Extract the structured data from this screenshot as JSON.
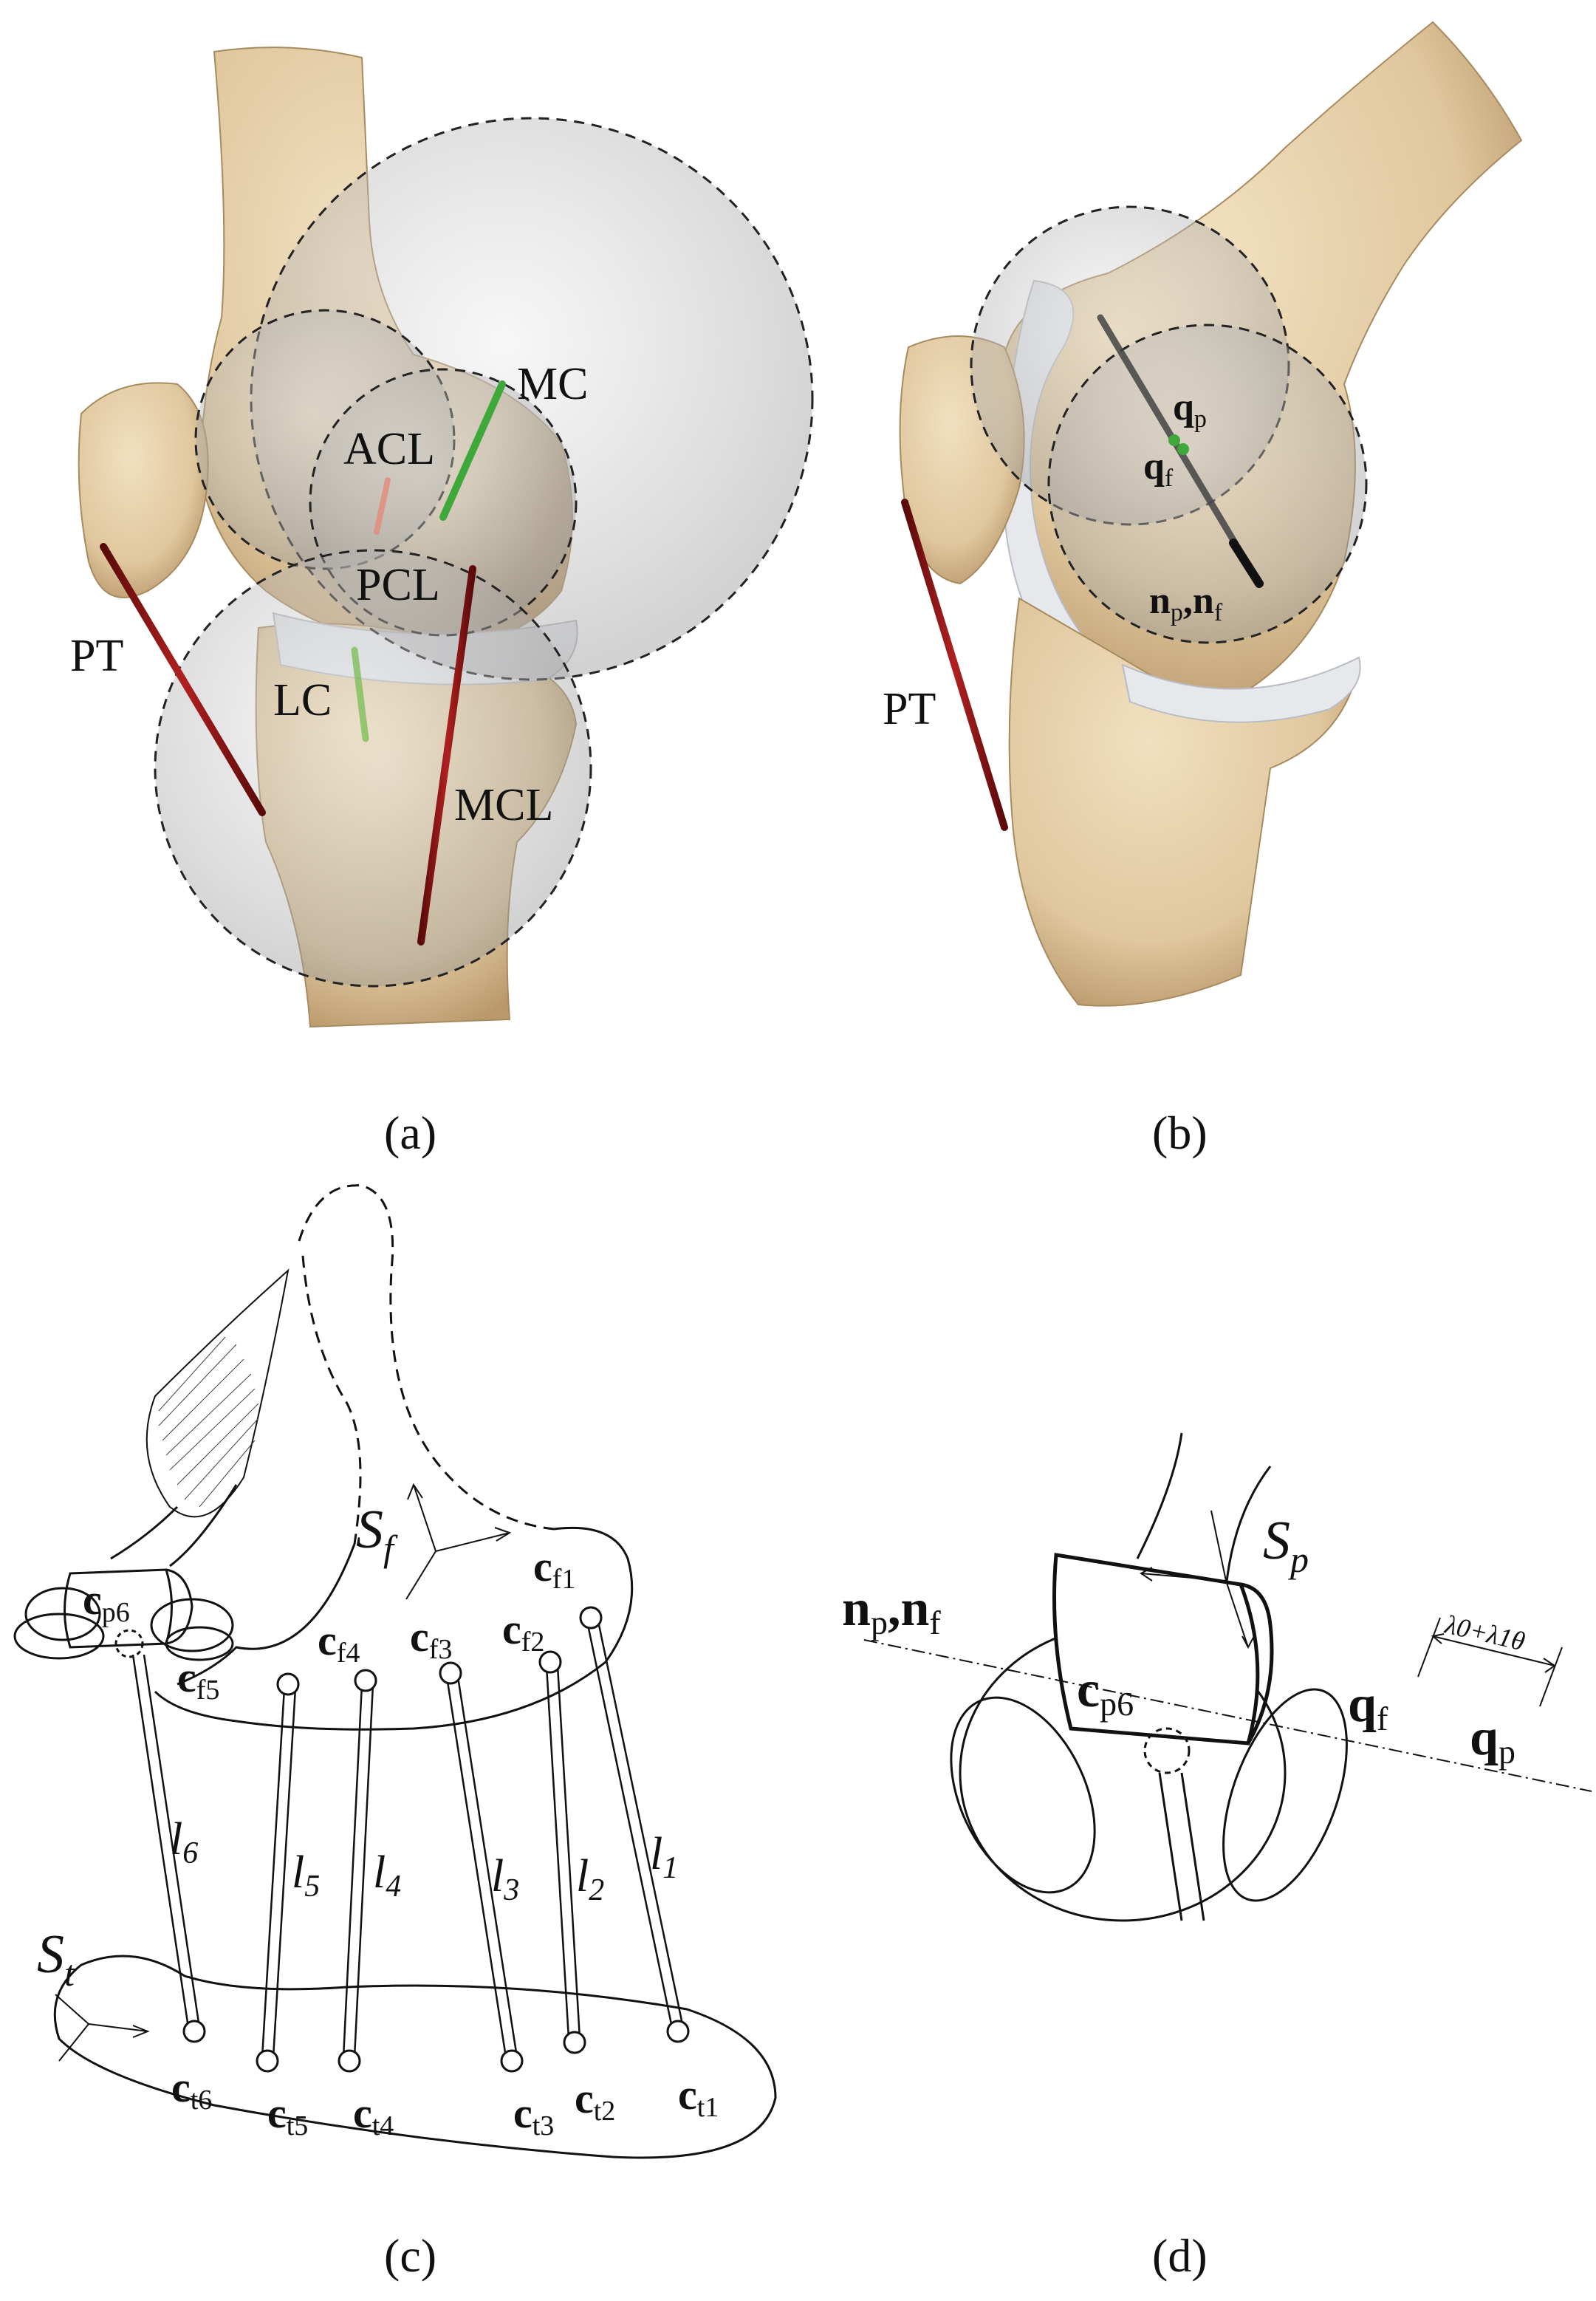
{
  "panels": {
    "a": {
      "caption": "(a)",
      "labels": {
        "pt": "PT",
        "acl": "ACL",
        "pcl": "PCL",
        "mc": "MC",
        "lc": "LC",
        "mcl": "MCL"
      }
    },
    "b": {
      "caption": "(b)",
      "labels": {
        "pt": "PT",
        "qp": "q",
        "qp_sub": "p",
        "qf": "q",
        "qf_sub": "f",
        "n_p": "n",
        "n_p_sub": "p",
        "sep": ",",
        "n_f": "n",
        "n_f_sub": "f"
      }
    },
    "c": {
      "caption": "(c)",
      "frames": {
        "sf": "S",
        "sf_sub": "f",
        "st": "S",
        "st_sub": "t"
      },
      "femur_points": [
        {
          "base": "c",
          "sub": "f1"
        },
        {
          "base": "c",
          "sub": "f2"
        },
        {
          "base": "c",
          "sub": "f3"
        },
        {
          "base": "c",
          "sub": "f4"
        },
        {
          "base": "c",
          "sub": "f5"
        },
        {
          "base": "c",
          "sub": "p6"
        }
      ],
      "tibia_points": [
        {
          "base": "c",
          "sub": "t1"
        },
        {
          "base": "c",
          "sub": "t2"
        },
        {
          "base": "c",
          "sub": "t3"
        },
        {
          "base": "c",
          "sub": "t4"
        },
        {
          "base": "c",
          "sub": "t5"
        },
        {
          "base": "c",
          "sub": "t6"
        }
      ],
      "lengths": [
        {
          "base": "l",
          "sub": "1"
        },
        {
          "base": "l",
          "sub": "2"
        },
        {
          "base": "l",
          "sub": "3"
        },
        {
          "base": "l",
          "sub": "4"
        },
        {
          "base": "l",
          "sub": "5"
        },
        {
          "base": "l",
          "sub": "6"
        }
      ]
    },
    "d": {
      "caption": "(d)",
      "labels": {
        "sp": "S",
        "sp_sub": "p",
        "n_p": "n",
        "n_p_sub": "p",
        "sep": ",",
        "n_f": "n",
        "n_f_sub": "f",
        "cp6": "c",
        "cp6_sub": "p6",
        "qf": "q",
        "qf_sub": "f",
        "qp": "q",
        "qp_sub": "p",
        "offset": "λ0+λ1θ"
      }
    }
  },
  "colors": {
    "bone": "#e3cca4",
    "bone_shadow": "#b9996c",
    "cartilage": "#e6e8ec",
    "ligament_red": "#8c1414",
    "ligament_green": "#3fa83a",
    "sphere_fill": "#c8c8c8",
    "ink": "#111111"
  }
}
